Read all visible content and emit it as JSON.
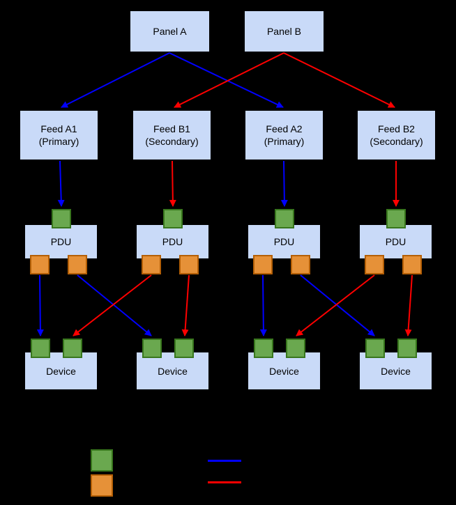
{
  "diagram": {
    "panels": [
      {
        "label": "Panel A"
      },
      {
        "label": "Panel B"
      }
    ],
    "feeds": [
      {
        "label": "Feed A1",
        "sublabel": "(Primary)"
      },
      {
        "label": "Feed B1",
        "sublabel": "(Secondary)"
      },
      {
        "label": "Feed A2",
        "sublabel": "(Primary)"
      },
      {
        "label": "Feed B2",
        "sublabel": "(Secondary)"
      }
    ],
    "pdus": [
      {
        "label": "PDU"
      },
      {
        "label": "PDU"
      },
      {
        "label": "PDU"
      },
      {
        "label": "PDU"
      }
    ],
    "devices": [
      {
        "label": "Device"
      },
      {
        "label": "Device"
      },
      {
        "label": "Device"
      },
      {
        "label": "Device"
      }
    ]
  },
  "colors": {
    "background": "#000000",
    "box-fill": "#c9daf8",
    "box-border": "#000000",
    "box-text": "#000000",
    "input-port": "#6aa84f",
    "input-port-border": "#38761d",
    "output-port": "#e69138",
    "output-port-border": "#b45f06",
    "primary-path": "#0000ff",
    "secondary-path": "#ff0000"
  }
}
